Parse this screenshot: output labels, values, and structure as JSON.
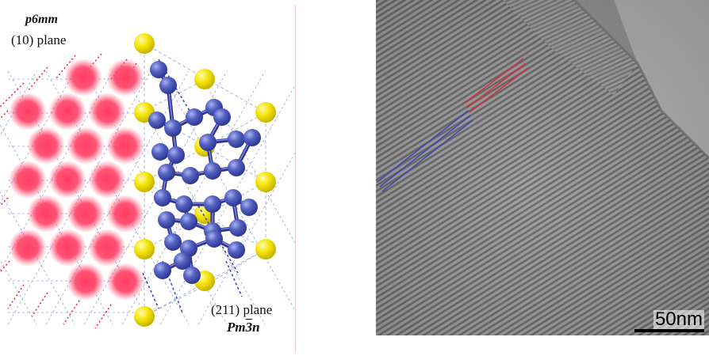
{
  "left_panel": {
    "p6mm_label": "p6mm",
    "plane_10_label": "(10) plane",
    "plane_211_label": "(211) plane",
    "pm3n_prefix": "Pm",
    "pm3n_bar": "3",
    "pm3n_suffix": "n"
  },
  "tem_image": {
    "scale_label": "50nm"
  },
  "colors": {
    "pink_sphere": "#ff3d63",
    "blue_sphere": "#4b56b6",
    "yellow_sphere": "#f5e400",
    "red_dotted": "#ff1e40",
    "blue_dotted": "#3c46b4"
  }
}
